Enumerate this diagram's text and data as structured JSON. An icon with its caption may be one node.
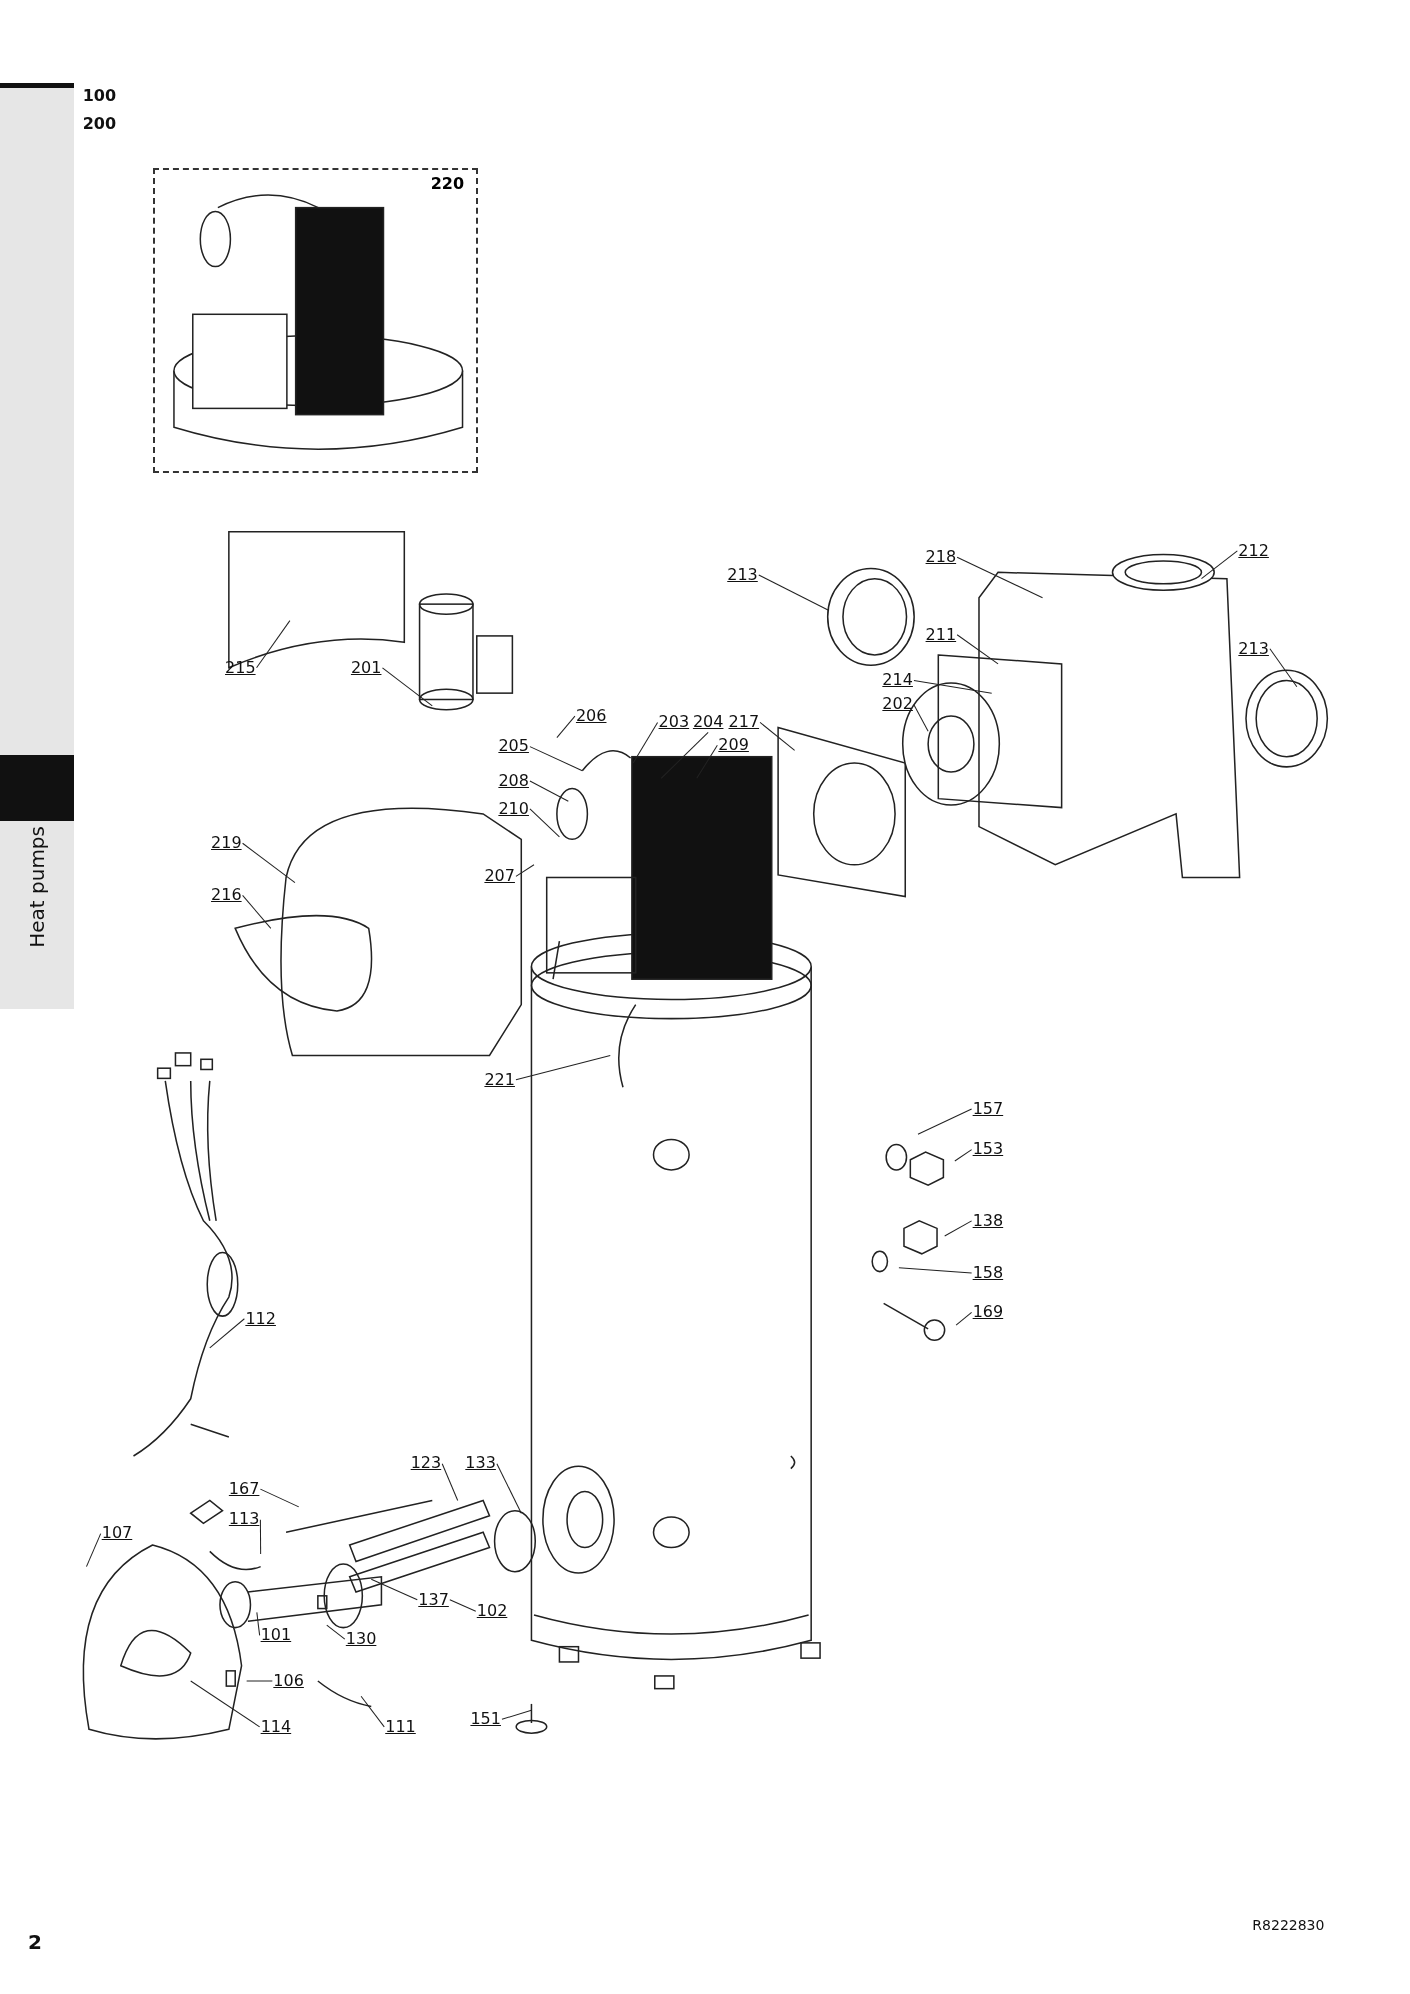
{
  "diagram": {
    "nodes": [
      {
        "text": [
          "220"
        ]
      },
      {
        "text": [
          "215"
        ]
      },
      {
        "text": [
          "201"
        ]
      },
      {
        "text": [
          "206"
        ]
      },
      {
        "text": [
          "203"
        ]
      },
      {
        "text": [
          "204"
        ]
      },
      {
        "text": [
          "217"
        ]
      },
      {
        "text": [
          "209"
        ]
      },
      {
        "text": [
          "205"
        ]
      },
      {
        "text": [
          "208"
        ]
      },
      {
        "text": [
          "210"
        ]
      },
      {
        "text": [
          "207"
        ]
      },
      {
        "text": [
          "219"
        ]
      },
      {
        "text": [
          "216"
        ]
      },
      {
        "text": [
          "213"
        ]
      },
      {
        "text": [
          "218"
        ]
      },
      {
        "text": [
          "212"
        ]
      },
      {
        "text": [
          "211"
        ]
      },
      {
        "text": [
          "214"
        ]
      },
      {
        "text": [
          "202"
        ]
      },
      {
        "text": [
          "213"
        ]
      },
      {
        "text": [
          "221"
        ]
      },
      {
        "text": [
          "157"
        ]
      },
      {
        "text": [
          "153"
        ]
      },
      {
        "text": [
          "138"
        ]
      },
      {
        "text": [
          "158"
        ]
      },
      {
        "text": [
          "169"
        ]
      },
      {
        "text": [
          "112"
        ]
      },
      {
        "text": [
          "123"
        ]
      },
      {
        "text": [
          "133"
        ]
      },
      {
        "text": [
          "167"
        ]
      },
      {
        "text": [
          "113"
        ]
      },
      {
        "text": [
          "107"
        ]
      },
      {
        "text": [
          "137"
        ]
      },
      {
        "text": [
          "102"
        ]
      },
      {
        "text": [
          "101"
        ]
      },
      {
        "text": [
          "130"
        ]
      },
      {
        "text": [
          "106"
        ]
      },
      {
        "text": [
          "114"
        ]
      },
      {
        "text": [
          "111"
        ]
      },
      {
        "text": [
          "151"
        ]
      }
    ],
    "edges": [
      {
        "from": 1,
        "to": null,
        "arrow": "none"
      },
      {
        "from": 2,
        "to": null,
        "arrow": "none"
      },
      {
        "from": 3,
        "to": null,
        "arrow": "none"
      },
      {
        "from": 4,
        "to": null,
        "arrow": "none"
      },
      {
        "from": 5,
        "to": null,
        "arrow": "none"
      },
      {
        "from": 6,
        "to": null,
        "arrow": "none"
      },
      {
        "from": 7,
        "to": null,
        "arrow": "none"
      },
      {
        "from": 8,
        "to": null,
        "arrow": "none"
      },
      {
        "from": 9,
        "to": null,
        "arrow": "none"
      },
      {
        "from": 10,
        "to": null,
        "arrow": "none"
      },
      {
        "from": 11,
        "to": null,
        "arrow": "none"
      },
      {
        "from": 12,
        "to": null,
        "arrow": "none"
      },
      {
        "from": 13,
        "to": null,
        "arrow": "none"
      },
      {
        "from": 14,
        "to": null,
        "arrow": "none"
      },
      {
        "from": 15,
        "to": null,
        "arrow": "none"
      },
      {
        "from": 16,
        "to": null,
        "arrow": "none"
      },
      {
        "from": 17,
        "to": null,
        "arrow": "none"
      },
      {
        "from": 18,
        "to": null,
        "arrow": "none"
      },
      {
        "from": 19,
        "to": null,
        "arrow": "none"
      },
      {
        "from": 20,
        "to": null,
        "arrow": "none"
      },
      {
        "from": 21,
        "to": null,
        "arrow": "none"
      },
      {
        "from": 22,
        "to": null,
        "arrow": "none"
      },
      {
        "from": 23,
        "to": null,
        "arrow": "none"
      },
      {
        "from": 24,
        "to": null,
        "arrow": "none"
      },
      {
        "from": 25,
        "to": null,
        "arrow": "none"
      },
      {
        "from": 26,
        "to": null,
        "arrow": "none"
      },
      {
        "from": 27,
        "to": null,
        "arrow": "none"
      },
      {
        "from": 28,
        "to": null,
        "arrow": "none"
      },
      {
        "from": 29,
        "to": null,
        "arrow": "none"
      },
      {
        "from": 30,
        "to": null,
        "arrow": "none"
      },
      {
        "from": 31,
        "to": null,
        "arrow": "none"
      },
      {
        "from": 32,
        "to": null,
        "arrow": "none"
      },
      {
        "from": 33,
        "to": null,
        "arrow": "none"
      },
      {
        "from": 34,
        "to": 33,
        "arrow": "none"
      },
      {
        "from": 35,
        "to": null,
        "arrow": "none"
      },
      {
        "from": 36,
        "to": null,
        "arrow": "none"
      },
      {
        "from": 37,
        "to": null,
        "arrow": "none"
      },
      {
        "from": 38,
        "to": null,
        "arrow": "none"
      },
      {
        "from": 39,
        "to": null,
        "arrow": "none"
      },
      {
        "from": 40,
        "to": null,
        "arrow": "none"
      }
    ],
    "labels": [
      "100",
      "200",
      "Heat pumps",
      "2",
      "R8222830"
    ]
  }
}
